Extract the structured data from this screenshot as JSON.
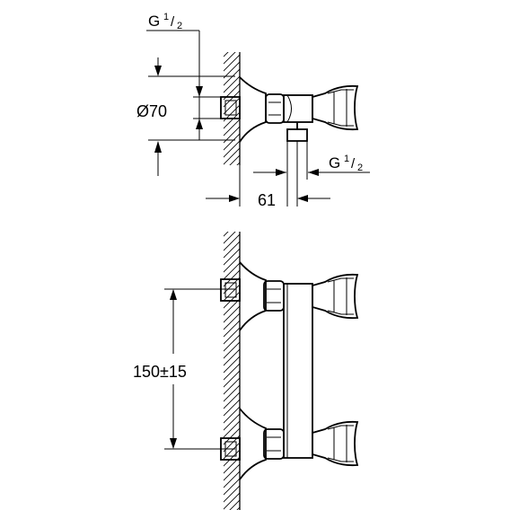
{
  "title": "",
  "top_view": {
    "inlet_thread": {
      "main": "G",
      "numerator": "1",
      "denominator": "2"
    },
    "flange_diameter": "Ø70",
    "outlet_thread": {
      "main": "G",
      "numerator": "1",
      "denominator": "2"
    },
    "projection": "61"
  },
  "front_view": {
    "centre_distance": "150±15"
  }
}
